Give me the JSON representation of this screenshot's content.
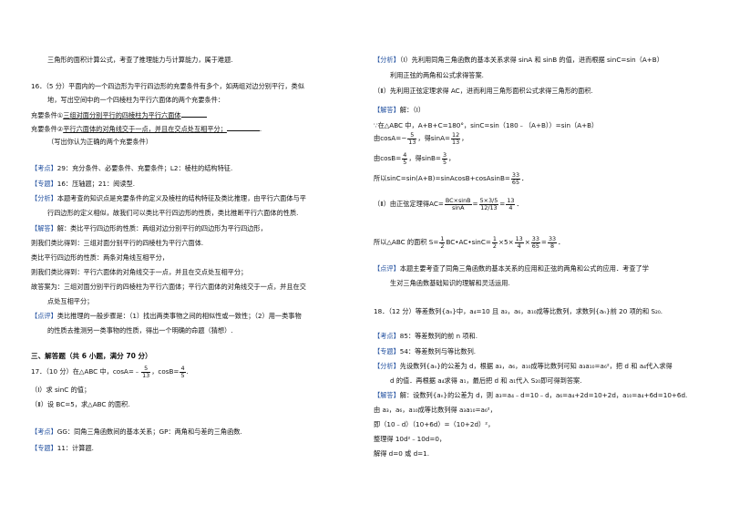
{
  "left": {
    "l1": "三角形的面积计算公式，考查了推理能力与计算能力，属于难题.",
    "q16_l1": "16．（5 分）平面内的一个四边形为平行四边形的充要条件有多个，如两组对边分别平行，类似",
    "q16_l2": "地，写出空间中的一个四棱柱为平行六面体的两个充要条件：",
    "q16_c1_label": "充要条件①",
    "q16_c1_text": "三组对面分别平行的四棱柱为平行六面体",
    "q16_c2_label": "充要条件②",
    "q16_c2_text": "平行六面体的对角线交于一点，并且在交点处互相平分；",
    "q16_note": "（写出你认为正确的两个充要条件）",
    "kd_tag": "【考点】",
    "kd_text": "29：充分条件、必要条件、充要条件；L2：棱柱的结构特征.",
    "zt_tag": "【专题】",
    "zt_text": "16：压轴题；21：阅读型.",
    "fx_tag": "【分析】",
    "fx_l1": "本题考查的知识点是充要条件的定义及棱柱的结构特征及类比推理，由平行六面体与平",
    "fx_l2": "行四边形的定义相似，故我们可以类比平行四边形的性质，类比推断平行六面体的性质.",
    "jd_tag": "【解答】",
    "jd_l1": "解：类比平行四边形的性质：两组对边分别平行的四边形为平行四边形，",
    "jd_l2": "则我们类比得到：三组对面分别平行的四棱柱为平行六面体.",
    "jd_l3": "类比平行四边形的性质：两条对角线互相平分，",
    "jd_l4": "则我们类比得到：平行六面体的对角线交于一点，并且在交点处互相平分；",
    "jd_l5": "故答案为：三组对面分别平行的四棱柱为平行六面体；平行六面体的对角线交于一点，并且在交",
    "jd_l6": "点处互相平分；",
    "dp_tag": "【点评】",
    "dp_l1": "类比推理的一般步骤是：（1）找出两类事物之间的相似性或一致性；（2）用一类事物",
    "dp_l2": "的性质去推测另一类事物的性质，得出一个明确的命题（猜想）.",
    "sec3": "三、解答题（共 6 小题，满分 70 分）",
    "q17_head": "17．（10 分）在△ABC 中，cosA=﹣",
    "q17_f1n": "5",
    "q17_f1d": "13",
    "q17_mid": "，cosB=",
    "q17_f2n": "4",
    "q17_f2d": "5",
    "q17_tail": ".",
    "q17_i": "（Ⅰ）求 sinC 的值；",
    "q17_ii": "（Ⅱ）设 BC=5，求△ABC 的面积.",
    "kd2_tag": "【考点】",
    "kd2_text": "GG：同角三角函数间的基本关系；GP：两角和与差的三角函数.",
    "zt2_tag": "【专题】",
    "zt2_text": "11：计算题."
  },
  "right": {
    "fx_tag": "【分析】",
    "fx_l1": "（Ⅰ）先利用同角三角函数的基本关系求得 sinA 和 sinB 的值，进而根据 sinC=sin（A+B）",
    "fx_l2": "利用正弦的两角和公式求得答案.",
    "fx_l3": "（Ⅱ）先利用正弦定理求得 AC，进而利用三角形面积公式求得三角形的面积.",
    "jd_tag": "【解答】",
    "jd_l1": "解：（Ⅰ）",
    "jd_l2": "∵在△ABC 中，A+B+C=180°，sinC=sin（180﹣（A+B））=sin（A+B）",
    "jd_l3a": "由cosA=−",
    "jd_l3_f1n": "5",
    "jd_l3_f1d": "13",
    "jd_l3b": "，得sinA=",
    "jd_l3_f2n": "12",
    "jd_l3_f2d": "13",
    "jd_l3c": "，",
    "jd_l4a": "由cosB=",
    "jd_l4_f1n": "4",
    "jd_l4_f1d": "5",
    "jd_l4b": "，得sinB=",
    "jd_l4_f2n": "3",
    "jd_l4_f2d": "5",
    "jd_l4c": "，",
    "jd_l5a": "所以sinC=sin(A+B)=sinAcosB+cosAsinB=",
    "jd_l5_fn": "33",
    "jd_l5_fd": "65",
    "jd_l5b": "．",
    "jd_l6a": "（Ⅱ）由正弦定理得",
    "jd_l6b": "AC=",
    "jd_l6_f1n": "BC×sinB",
    "jd_l6_f1d": "sinA",
    "jd_l6c": "=",
    "jd_l6_f2n": "5×3/5",
    "jd_l6_f2d": "12/13",
    "jd_l6d": "=",
    "jd_l6_f3n": "13",
    "jd_l6_f3d": "4",
    "jd_l6e": "．",
    "jd_l7a": "所以△ABC 的面积 S=",
    "jd_l7_f1n": "1",
    "jd_l7_f1d": "2",
    "jd_l7b": "BC•AC•sinC=",
    "jd_l7_f2n": "1",
    "jd_l7_f2d": "2",
    "jd_l7c": "×5×",
    "jd_l7_f3n": "13",
    "jd_l7_f3d": "4",
    "jd_l7d": "×",
    "jd_l7_f4n": "33",
    "jd_l7_f4d": "65",
    "jd_l7e": "=",
    "jd_l7_f5n": "33",
    "jd_l7_f5d": "8",
    "jd_l7f": "．",
    "dp_tag": "【点评】",
    "dp_l1": "本题主要考查了同角三角函数的基本关系的应用和正弦的两角和公式的应用．考查了学",
    "dp_l2": "生对三角函数基础知识的理解和灵活运用.",
    "q18": "18．（12 分）等差数列{aₙ}中，a₄=10 且 a₃，a₆，a₁₀成等比数列，求数列{aₙ}前 20 项的和 S₂₀.",
    "kd_tag": "【考点】",
    "kd_text": "85：等差数列的前 n 项和.",
    "zt_tag": "【专题】",
    "zt_text": "54：等差数列与等比数列.",
    "fx2_tag": "【分析】",
    "fx2_l1": "先设数列{aₙ}的公差为 d，根据 a₃，a₆，a₁₀成等比数列可知 a₃a₁₀=a₆²，把 d 和 a₄代入求得",
    "fx2_l2": "d 的值．再根据 a₄求得 a₁，最后把 d 和 a₁代入 S₂₀即可得到答案.",
    "jd2_tag": "【解答】",
    "jd2_l1": "解：设数列{aₙ}的公差为 d，则 a₃=a₄﹣d=10﹣d，a₆=a₄+2d=10+2d，a₁₀=a₄+6d=10+6d.",
    "jd2_l2": "由 a₃，a₆，a₁₀成等比数列得 a₃a₁₀=a₆²，",
    "jd2_l3": "即（10﹣d）（10+6d）=（10+2d）²，",
    "jd2_l4": "整理得 10d²﹣10d=0，",
    "jd2_l5": "解得 d=0 或 d=1."
  }
}
